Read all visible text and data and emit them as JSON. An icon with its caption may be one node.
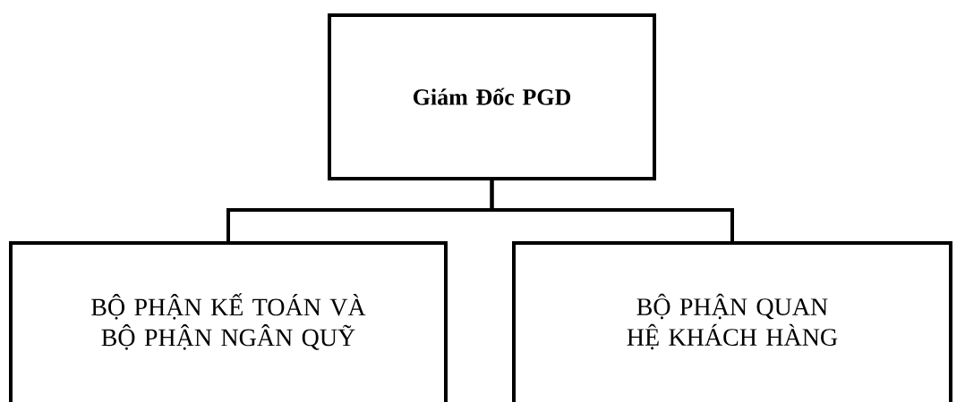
{
  "diagram": {
    "nodes": [
      {
        "text": [
          "Giám Đốc PGD"
        ]
      },
      {
        "text": [
          "BỘ PHẬN KẾ TOÁN VÀ BỘ PHẬN NGÂN QUỸ"
        ]
      },
      {
        "text": [
          "BỘ PHẬN QUAN HỆ KHÁCH HÀNG"
        ]
      }
    ],
    "edges": [
      {
        "from": 0,
        "to": 1,
        "arrow": "none"
      },
      {
        "from": 0,
        "to": 2,
        "arrow": "none"
      }
    ]
  }
}
